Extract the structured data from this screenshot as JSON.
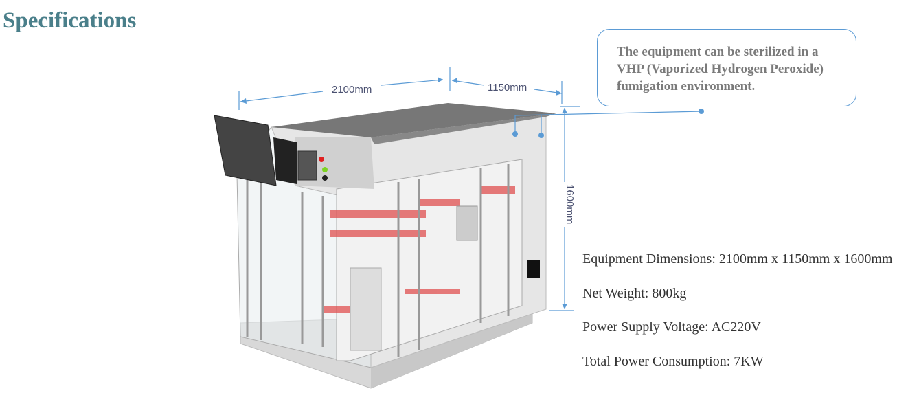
{
  "title": "Specifications",
  "callout": "The equipment can be sterilized in a VHP (Vaporized Hydrogen Peroxide) fumigation environment.",
  "dimensions_labels": {
    "length": "2100mm",
    "width": "1150mm",
    "height": "1600mm"
  },
  "specs": [
    "Equipment Dimensions: 2100mm x 1150mm x 1600mm",
    "Net Weight: 800kg",
    "Power Supply Voltage: AC220V",
    "Total Power Consumption: 7KW"
  ],
  "colors": {
    "title": "#4a7f8a",
    "accent": "#5b9bd5",
    "callout_text": "#7a7a7a"
  }
}
